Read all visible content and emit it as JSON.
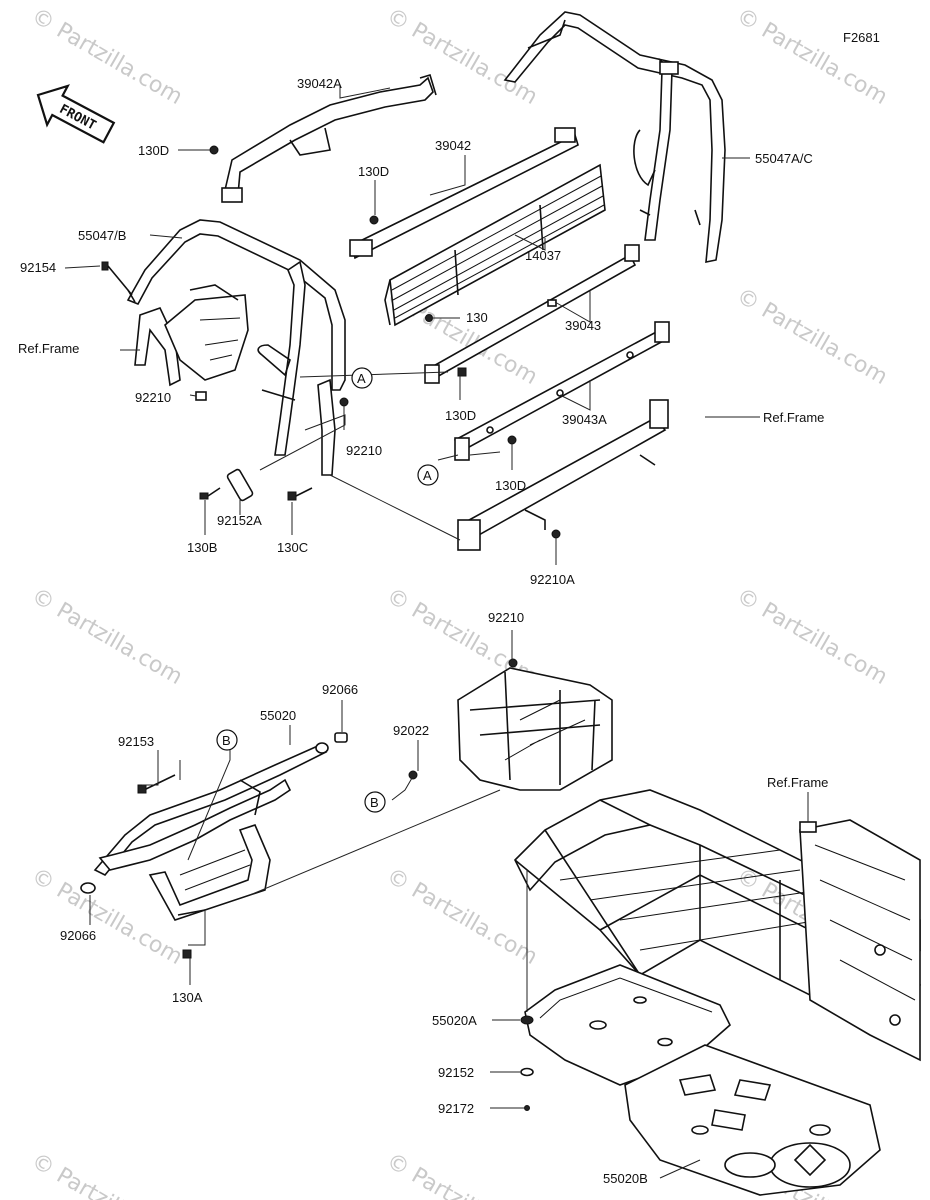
{
  "figure_code": "F2681",
  "front_arrow_label": "FRONT",
  "watermark_text": "© Partzilla.com",
  "callouts": {
    "A": "A",
    "B": "B"
  },
  "labels": {
    "l_39042A": "39042A",
    "l_130D_1": "130D",
    "l_39042": "39042",
    "l_130D_2": "130D",
    "l_55047AC": "55047A/C",
    "l_55047B": "55047/B",
    "l_92154": "92154",
    "l_14037": "14037",
    "l_130": "130",
    "l_39043": "39043",
    "l_ref_frame_1": "Ref.Frame",
    "l_92210_1": "92210",
    "l_130D_3": "130D",
    "l_39043A": "39043A",
    "l_ref_frame_2": "Ref.Frame",
    "l_92210_2": "92210",
    "l_130D_4": "130D",
    "l_92152A": "92152A",
    "l_130B": "130B",
    "l_130C": "130C",
    "l_92210A": "92210A",
    "l_92210_3": "92210",
    "l_92066_1": "92066",
    "l_55020": "55020",
    "l_92153": "92153",
    "l_92022": "92022",
    "l_ref_frame_3": "Ref.Frame",
    "l_92066_2": "92066",
    "l_130A": "130A",
    "l_55020A": "55020A",
    "l_92152": "92152",
    "l_92172": "92172",
    "l_55020B": "55020B"
  }
}
